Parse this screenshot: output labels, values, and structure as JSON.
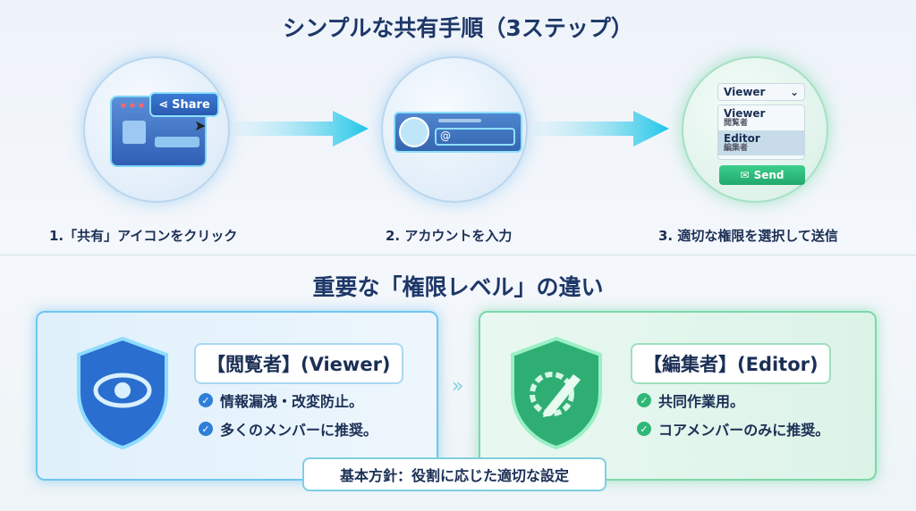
{
  "title": "シンプルな共有手順（3ステップ）",
  "steps": [
    {
      "label": "1.「共有」アイコンをクリック",
      "share_button": "Share"
    },
    {
      "label": "2. アカウントを入力",
      "input_prefix": "@"
    },
    {
      "label": "3. 適切な権限を選択して送信",
      "dropdown_value": "Viewer",
      "options": [
        {
          "label": "Viewer",
          "sub": "閲覧者"
        },
        {
          "label": "Editor",
          "sub": "編集者"
        }
      ],
      "send_label": "Send"
    }
  ],
  "section_title": "重要な「権限レベル」の違い",
  "viewer": {
    "title": "【閲覧者】(Viewer)",
    "points": [
      "情報漏洩・改変防止。",
      "多くのメンバーに推奨。"
    ]
  },
  "editor": {
    "title": "【編集者】(Editor)",
    "points": [
      "共同作業用。",
      "コアメンバーのみに推奨。"
    ]
  },
  "policy": "基本方針：役割に応じた適切な設定",
  "colors": {
    "navy": "#1d3768",
    "blue": "#2f7fd8",
    "green": "#2fb877"
  }
}
